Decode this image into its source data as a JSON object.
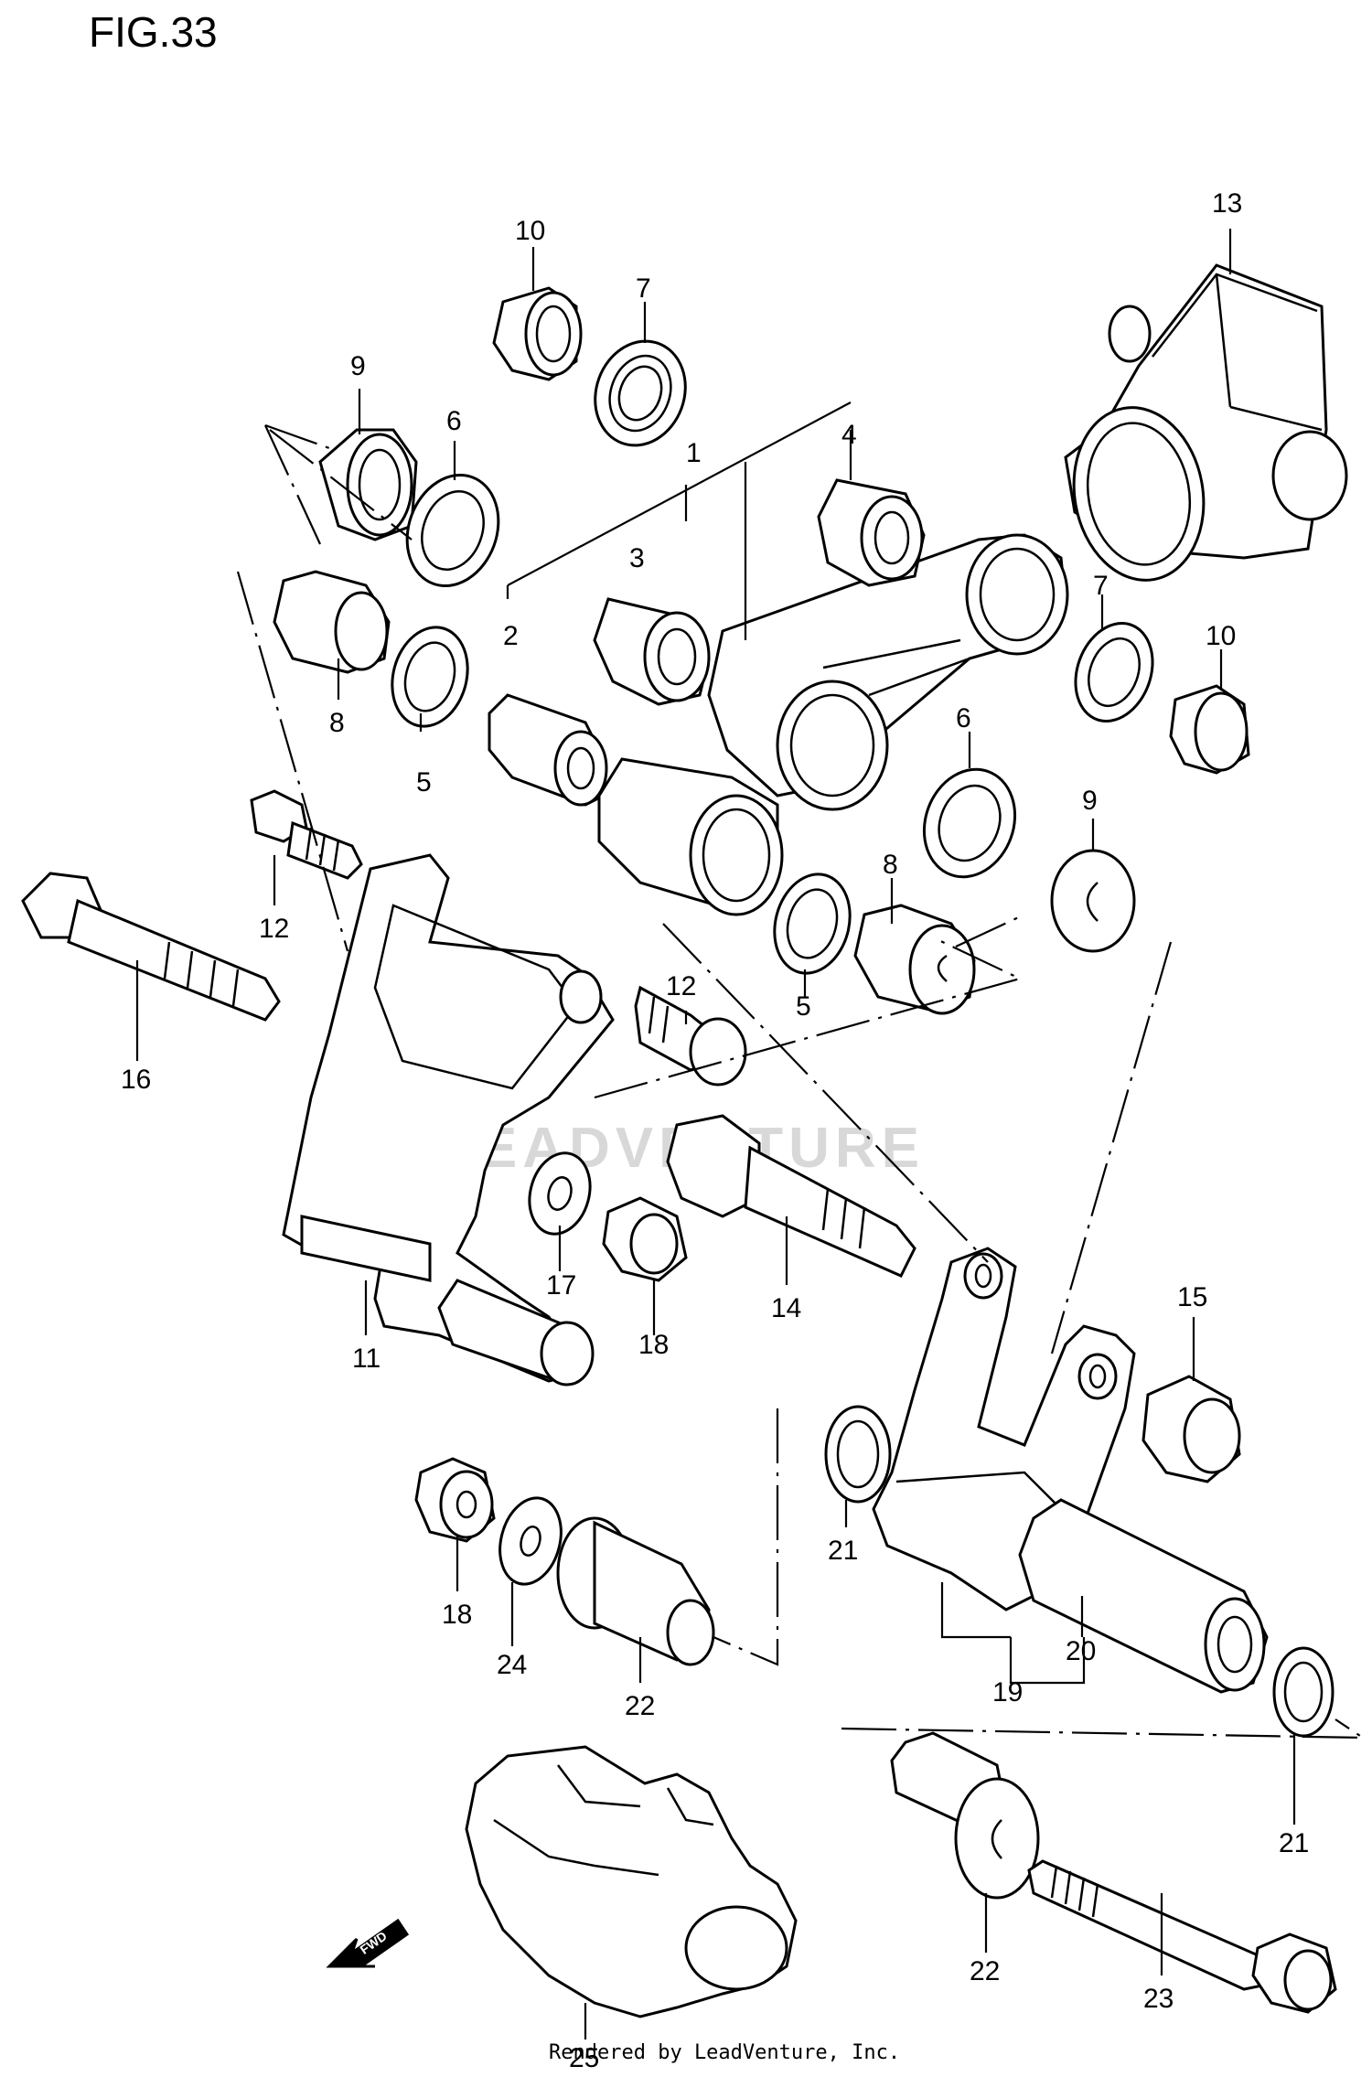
{
  "figure_title": "FIG.33",
  "footer_text": "Rendered by LeadVenture, Inc.",
  "watermark": "LEADVENTURE",
  "fwd_label": "FWD",
  "callouts": [
    {
      "id": "1",
      "text": "1"
    },
    {
      "id": "2",
      "text": "2"
    },
    {
      "id": "3",
      "text": "3"
    },
    {
      "id": "4",
      "text": "4"
    },
    {
      "id": "5a",
      "text": "5"
    },
    {
      "id": "5b",
      "text": "5"
    },
    {
      "id": "6a",
      "text": "6"
    },
    {
      "id": "6b",
      "text": "6"
    },
    {
      "id": "7a",
      "text": "7"
    },
    {
      "id": "7b",
      "text": "7"
    },
    {
      "id": "8a",
      "text": "8"
    },
    {
      "id": "8b",
      "text": "8"
    },
    {
      "id": "9a",
      "text": "9"
    },
    {
      "id": "9b",
      "text": "9"
    },
    {
      "id": "10a",
      "text": "10"
    },
    {
      "id": "10b",
      "text": "10"
    },
    {
      "id": "11",
      "text": "11"
    },
    {
      "id": "12a",
      "text": "12"
    },
    {
      "id": "12b",
      "text": "12"
    },
    {
      "id": "13",
      "text": "13"
    },
    {
      "id": "14",
      "text": "14"
    },
    {
      "id": "15",
      "text": "15"
    },
    {
      "id": "16",
      "text": "16"
    },
    {
      "id": "17",
      "text": "17"
    },
    {
      "id": "18a",
      "text": "18"
    },
    {
      "id": "18b",
      "text": "18"
    },
    {
      "id": "19",
      "text": "19"
    },
    {
      "id": "20",
      "text": "20"
    },
    {
      "id": "21a",
      "text": "21"
    },
    {
      "id": "21b",
      "text": "21"
    },
    {
      "id": "22a",
      "text": "22"
    },
    {
      "id": "22b",
      "text": "22"
    },
    {
      "id": "23",
      "text": "23"
    },
    {
      "id": "24",
      "text": "24"
    },
    {
      "id": "25",
      "text": "25"
    }
  ]
}
